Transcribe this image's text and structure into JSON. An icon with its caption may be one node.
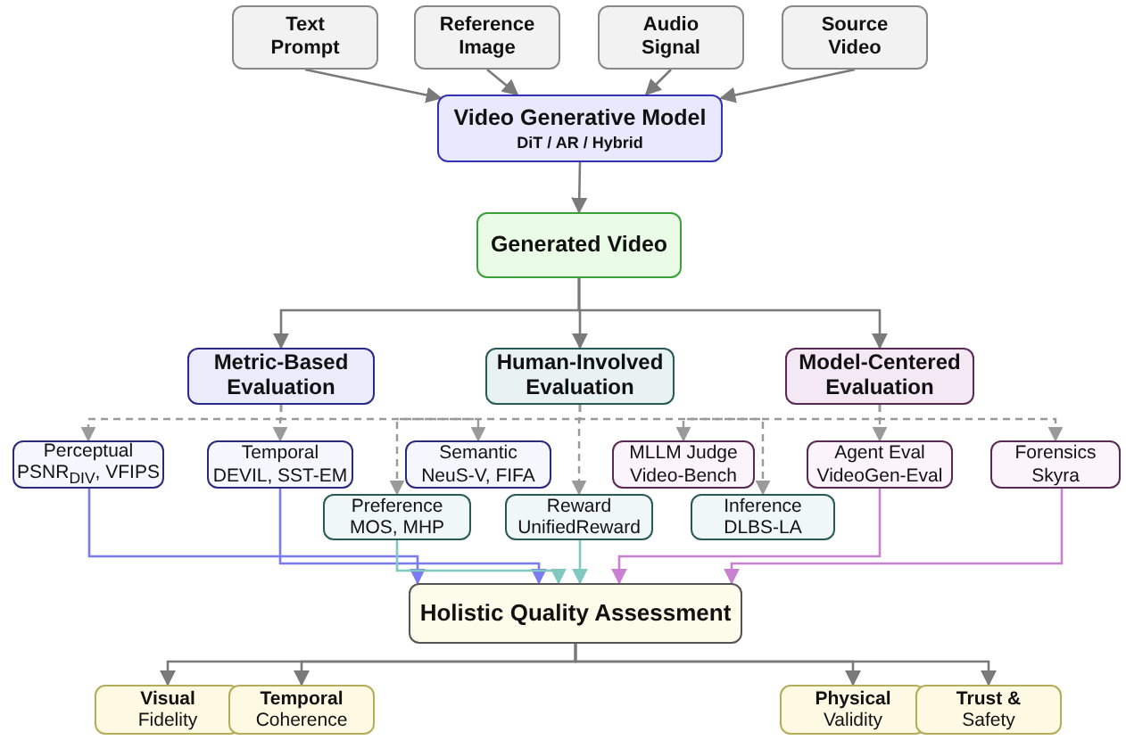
{
  "diagram": {
    "nodes": [
      {
        "text": [
          "Text Prompt"
        ]
      },
      {
        "text": [
          "Reference Image"
        ]
      },
      {
        "text": [
          "Audio Signal"
        ]
      },
      {
        "text": [
          "Source Video"
        ]
      },
      {
        "text": [
          "Video Generative Model",
          "DiT / AR / Hybrid"
        ]
      },
      {
        "text": [
          "Generated Video"
        ]
      },
      {
        "text": [
          "Metric-Based Evaluation"
        ]
      },
      {
        "text": [
          "Human-Involved Evaluation"
        ]
      },
      {
        "text": [
          "Model-Centered Evaluation"
        ]
      },
      {
        "text": [
          "Perceptual",
          "PSNR$_{DIV}$, VFIPS"
        ]
      },
      {
        "text": [
          "Temporal",
          "DEVIL, SST-EM"
        ]
      },
      {
        "text": [
          "Semantic",
          "NeuS-V, FIFA"
        ]
      },
      {
        "text": [
          "MLLM Judge",
          "Video-Bench"
        ]
      },
      {
        "text": [
          "Agent Eval",
          "VideoGen-Eval"
        ]
      },
      {
        "text": [
          "Forensics",
          "Skyra"
        ]
      },
      {
        "text": [
          "Preference",
          "MOS, MHP"
        ]
      },
      {
        "text": [
          "Reward",
          "UnifiedReward"
        ]
      },
      {
        "text": [
          "Inference",
          "DLBS-LA"
        ]
      },
      {
        "text": [
          "Holistic Quality Assessment"
        ]
      },
      {
        "text": [
          "Visual",
          "Fidelity"
        ]
      },
      {
        "text": [
          "Temporal",
          "Coherence"
        ]
      },
      {
        "text": [
          "Physical",
          "Validity"
        ]
      },
      {
        "text": [
          "Trust &",
          "Safety"
        ]
      }
    ],
    "edges": [
      {
        "from": 0,
        "to": 4,
        "arrow": "to"
      },
      {
        "from": 1,
        "to": 4,
        "arrow": "to"
      },
      {
        "from": 2,
        "to": 4,
        "arrow": "to"
      },
      {
        "from": 3,
        "to": 4,
        "arrow": "to"
      },
      {
        "from": 4,
        "to": 5,
        "arrow": "to"
      },
      {
        "from": 5,
        "to": 6,
        "arrow": "to"
      },
      {
        "from": 5,
        "to": 7,
        "arrow": "to"
      },
      {
        "from": 5,
        "to": 8,
        "arrow": "to"
      },
      {
        "from": 6,
        "to": 9,
        "arrow": "to",
        "style": "dashed"
      },
      {
        "from": 6,
        "to": 10,
        "arrow": "to",
        "style": "dashed"
      },
      {
        "from": 6,
        "to": 11,
        "arrow": "to",
        "style": "dashed"
      },
      {
        "from": 7,
        "to": 15,
        "arrow": "to",
        "style": "dashed"
      },
      {
        "from": 7,
        "to": 16,
        "arrow": "to",
        "style": "dashed"
      },
      {
        "from": 7,
        "to": 17,
        "arrow": "to",
        "style": "dashed"
      },
      {
        "from": 8,
        "to": 12,
        "arrow": "to",
        "style": "dashed"
      },
      {
        "from": 8,
        "to": 13,
        "arrow": "to",
        "style": "dashed"
      },
      {
        "from": 8,
        "to": 14,
        "arrow": "to",
        "style": "dashed"
      },
      {
        "from": 9,
        "to": 18,
        "arrow": "to",
        "color": "#7b7bf0"
      },
      {
        "from": 10,
        "to": 18,
        "arrow": "to",
        "color": "#7b7bf0"
      },
      {
        "from": 15,
        "to": 18,
        "arrow": "to",
        "color": "#80c8c0"
      },
      {
        "from": 16,
        "to": 18,
        "arrow": "to",
        "color": "#80c8c0"
      },
      {
        "from": 13,
        "to": 18,
        "arrow": "to",
        "color": "#c880d0"
      },
      {
        "from": 14,
        "to": 18,
        "arrow": "to",
        "color": "#c880d0"
      },
      {
        "from": 18,
        "to": 19,
        "arrow": "to"
      },
      {
        "from": 18,
        "to": 20,
        "arrow": "to"
      },
      {
        "from": 18,
        "to": 21,
        "arrow": "to"
      },
      {
        "from": 18,
        "to": 22,
        "arrow": "to"
      }
    ]
  }
}
